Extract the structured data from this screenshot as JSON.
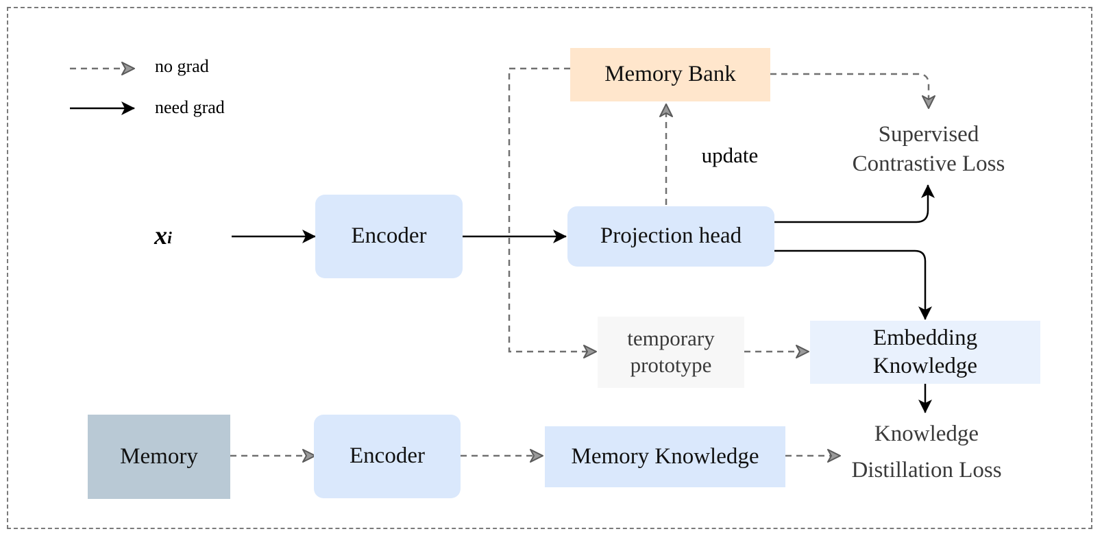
{
  "legend": {
    "no_grad": "no grad",
    "need_grad": "need grad"
  },
  "nodes": {
    "input_base": "x",
    "input_sub": "i",
    "encoder_top": "Encoder",
    "projection_head": "Projection head",
    "memory_bank": "Memory Bank",
    "update": "update",
    "supervised_loss_line1": "Supervised",
    "supervised_loss_line2": "Contrastive Loss",
    "temporary_prototype_line1": "temporary",
    "temporary_prototype_line2": "prototype",
    "embedding_knowledge_line1": "Embedding",
    "embedding_knowledge_line2": "Knowledge",
    "memory": "Memory",
    "encoder_bottom": "Encoder",
    "memory_knowledge": "Memory Knowledge",
    "kd_loss_line1": "Knowledge",
    "kd_loss_line2": "Distillation Loss"
  },
  "colors": {
    "encoder_fill": "#dae8fc",
    "memory_bank_fill": "#ffe6cc",
    "memory_fill": "#b9c9d5",
    "prototype_fill": "#f7f7f7",
    "embedding_fill": "#e9f1fd",
    "solid_edge": "#000000",
    "dashed_edge": "#707070"
  }
}
